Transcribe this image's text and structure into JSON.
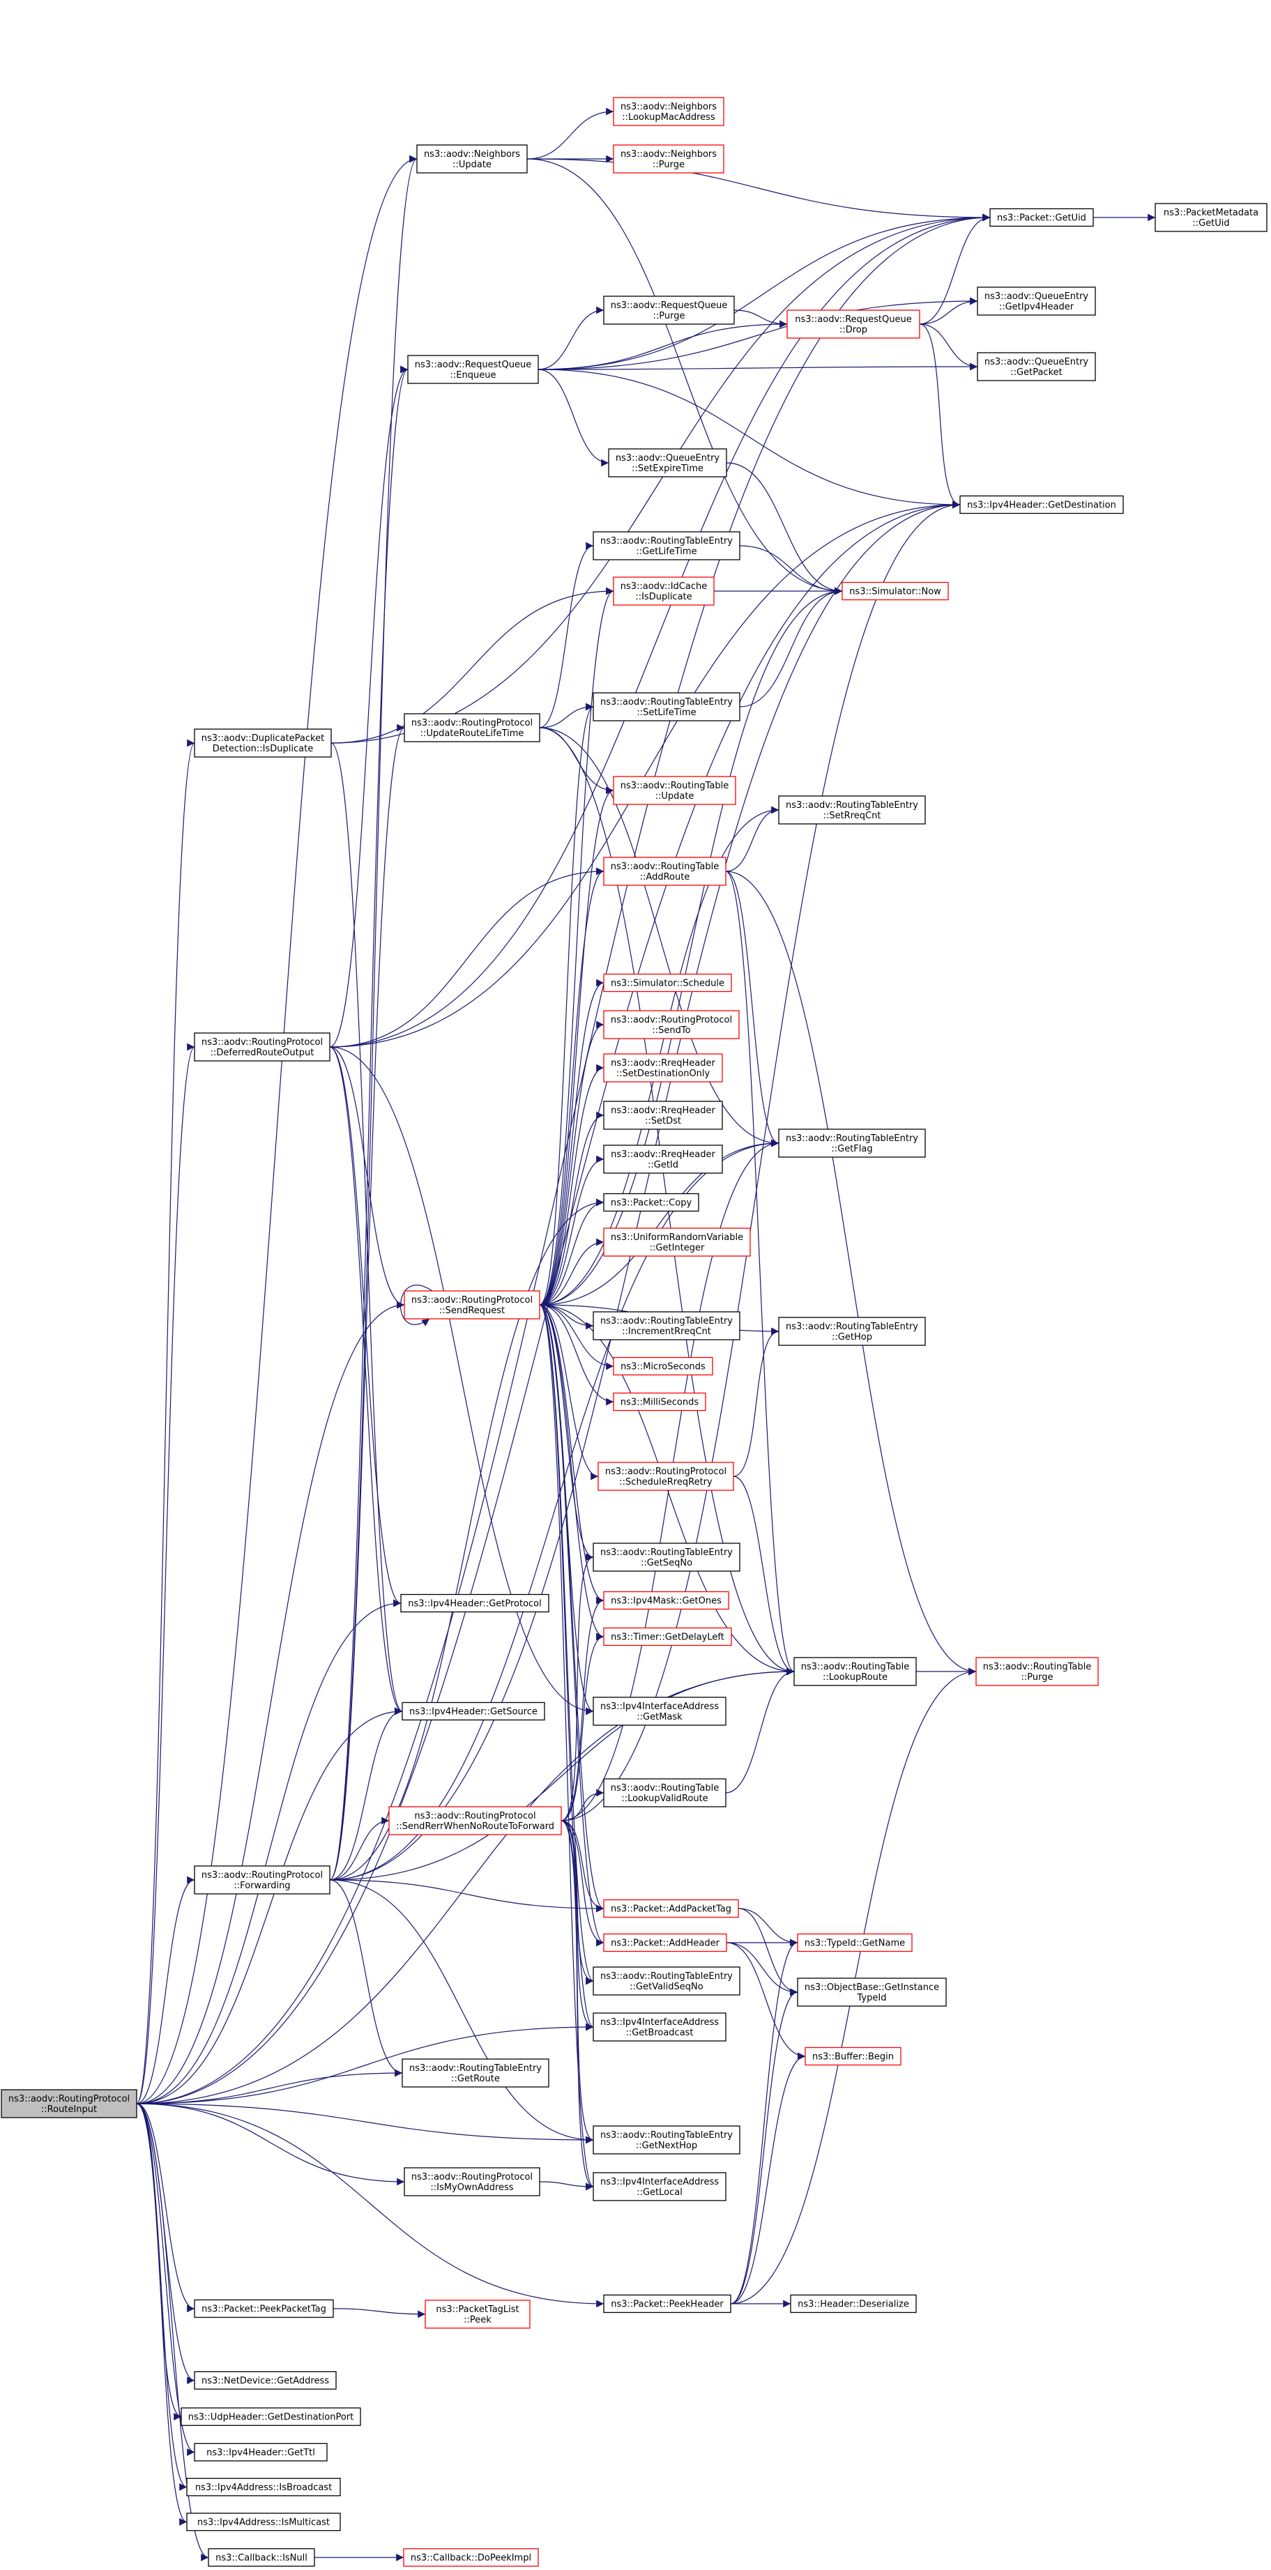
{
  "colors": {
    "edge": "#191970",
    "border_normal": "#000000",
    "border_truncated": "#ff0000",
    "root_fill": "#bfbfbf",
    "node_fill": "#ffffff"
  },
  "nodes": [
    {
      "id": "root",
      "lines": [
        "ns3::aodv::RoutingProtocol",
        "::RouteInput"
      ],
      "style": "root"
    },
    {
      "id": "getuid",
      "lines": [
        "ns3::Packet::GetUid"
      ],
      "style": "normal"
    },
    {
      "id": "pmgetuid",
      "lines": [
        "ns3::PacketMetadata",
        "::GetUid"
      ],
      "style": "normal"
    },
    {
      "id": "nbupdate",
      "lines": [
        "ns3::aodv::Neighbors",
        "::Update"
      ],
      "style": "normal"
    },
    {
      "id": "nblookup",
      "lines": [
        "ns3::aodv::Neighbors",
        "::LookupMacAddress"
      ],
      "style": "truncated"
    },
    {
      "id": "nbpurge",
      "lines": [
        "ns3::aodv::Neighbors",
        "::Purge"
      ],
      "style": "truncated"
    },
    {
      "id": "rqpurge",
      "lines": [
        "ns3::aodv::RequestQueue",
        "::Purge"
      ],
      "style": "normal"
    },
    {
      "id": "rqdrop",
      "lines": [
        "ns3::aodv::RequestQueue",
        "::Drop"
      ],
      "style": "truncated"
    },
    {
      "id": "qegetipv4",
      "lines": [
        "ns3::aodv::QueueEntry",
        "::GetIpv4Header"
      ],
      "style": "normal"
    },
    {
      "id": "qegetpacket",
      "lines": [
        "ns3::aodv::QueueEntry",
        "::GetPacket"
      ],
      "style": "normal"
    },
    {
      "id": "rqenqueue",
      "lines": [
        "ns3::aodv::RequestQueue",
        "::Enqueue"
      ],
      "style": "normal"
    },
    {
      "id": "qesetexpire",
      "lines": [
        "ns3::aodv::QueueEntry",
        "::SetExpireTime"
      ],
      "style": "normal"
    },
    {
      "id": "getdest",
      "lines": [
        "ns3::Ipv4Header::GetDestination"
      ],
      "style": "normal"
    },
    {
      "id": "rtegetlife",
      "lines": [
        "ns3::aodv::RoutingTableEntry",
        "::GetLifeTime"
      ],
      "style": "normal"
    },
    {
      "id": "idcache",
      "lines": [
        "ns3::aodv::IdCache",
        "::IsDuplicate"
      ],
      "style": "truncated"
    },
    {
      "id": "simnow",
      "lines": [
        "ns3::Simulator::Now"
      ],
      "style": "truncated"
    },
    {
      "id": "dupdetect",
      "lines": [
        "ns3::aodv::DuplicatePacket",
        "Detection::IsDuplicate"
      ],
      "style": "normal"
    },
    {
      "id": "updlife",
      "lines": [
        "ns3::aodv::RoutingProtocol",
        "::UpdateRouteLifeTime"
      ],
      "style": "normal"
    },
    {
      "id": "rtesetlife",
      "lines": [
        "ns3::aodv::RoutingTableEntry",
        "::SetLifeTime"
      ],
      "style": "normal"
    },
    {
      "id": "rtupdate",
      "lines": [
        "ns3::aodv::RoutingTable",
        "::Update"
      ],
      "style": "truncated"
    },
    {
      "id": "rtesetrreq",
      "lines": [
        "ns3::aodv::RoutingTableEntry",
        "::SetRreqCnt"
      ],
      "style": "normal"
    },
    {
      "id": "rtaddroute",
      "lines": [
        "ns3::aodv::RoutingTable",
        "::AddRoute"
      ],
      "style": "truncated"
    },
    {
      "id": "simsched",
      "lines": [
        "ns3::Simulator::Schedule"
      ],
      "style": "truncated"
    },
    {
      "id": "sendto",
      "lines": [
        "ns3::aodv::RoutingProtocol",
        "::SendTo"
      ],
      "style": "truncated"
    },
    {
      "id": "deferred",
      "lines": [
        "ns3::aodv::RoutingProtocol",
        "::DeferredRouteOutput"
      ],
      "style": "normal"
    },
    {
      "id": "rreqsetdo",
      "lines": [
        "ns3::aodv::RreqHeader",
        "::SetDestinationOnly"
      ],
      "style": "truncated"
    },
    {
      "id": "rreqsetdst",
      "lines": [
        "ns3::aodv::RreqHeader",
        "::SetDst"
      ],
      "style": "normal"
    },
    {
      "id": "rtegetflag",
      "lines": [
        "ns3::aodv::RoutingTableEntry",
        "::GetFlag"
      ],
      "style": "normal"
    },
    {
      "id": "rreqgetid",
      "lines": [
        "ns3::aodv::RreqHeader",
        "::GetId"
      ],
      "style": "normal"
    },
    {
      "id": "pktcopy",
      "lines": [
        "ns3::Packet::Copy"
      ],
      "style": "normal"
    },
    {
      "id": "urvgetint",
      "lines": [
        "ns3::UniformRandomVariable",
        "::GetInteger"
      ],
      "style": "truncated"
    },
    {
      "id": "sendreq",
      "lines": [
        "ns3::aodv::RoutingProtocol",
        "::SendRequest"
      ],
      "style": "truncated"
    },
    {
      "id": "rteincr",
      "lines": [
        "ns3::aodv::RoutingTableEntry",
        "::IncrementRreqCnt"
      ],
      "style": "normal"
    },
    {
      "id": "rtegethop",
      "lines": [
        "ns3::aodv::RoutingTableEntry",
        "::GetHop"
      ],
      "style": "normal"
    },
    {
      "id": "microsec",
      "lines": [
        "ns3::MicroSeconds"
      ],
      "style": "truncated"
    },
    {
      "id": "millisec",
      "lines": [
        "ns3::MilliSeconds"
      ],
      "style": "truncated"
    },
    {
      "id": "schedretry",
      "lines": [
        "ns3::aodv::RoutingProtocol",
        "::ScheduleRreqRetry"
      ],
      "style": "truncated"
    },
    {
      "id": "rtegetseq",
      "lines": [
        "ns3::aodv::RoutingTableEntry",
        "::GetSeqNo"
      ],
      "style": "normal"
    },
    {
      "id": "getproto",
      "lines": [
        "ns3::Ipv4Header::GetProtocol"
      ],
      "style": "normal"
    },
    {
      "id": "maskgetones",
      "lines": [
        "ns3::Ipv4Mask::GetOnes"
      ],
      "style": "truncated"
    },
    {
      "id": "timerdelay",
      "lines": [
        "ns3::Timer::GetDelayLeft"
      ],
      "style": "truncated"
    },
    {
      "id": "rtlookup",
      "lines": [
        "ns3::aodv::RoutingTable",
        "::LookupRoute"
      ],
      "style": "normal"
    },
    {
      "id": "rtpurge",
      "lines": [
        "ns3::aodv::RoutingTable",
        "::Purge"
      ],
      "style": "truncated"
    },
    {
      "id": "getsource",
      "lines": [
        "ns3::Ipv4Header::GetSource"
      ],
      "style": "normal"
    },
    {
      "id": "ifgetmask",
      "lines": [
        "ns3::Ipv4InterfaceAddress",
        "::GetMask"
      ],
      "style": "normal"
    },
    {
      "id": "rtlookupvalid",
      "lines": [
        "ns3::aodv::RoutingTable",
        "::LookupValidRoute"
      ],
      "style": "normal"
    },
    {
      "id": "sendrerr",
      "lines": [
        "ns3::aodv::RoutingProtocol",
        "::SendRerrWhenNoRouteToForward"
      ],
      "style": "truncated"
    },
    {
      "id": "forwarding",
      "lines": [
        "ns3::aodv::RoutingProtocol",
        "::Forwarding"
      ],
      "style": "normal"
    },
    {
      "id": "addpkttag",
      "lines": [
        "ns3::Packet::AddPacketTag"
      ],
      "style": "truncated"
    },
    {
      "id": "addheader",
      "lines": [
        "ns3::Packet::AddHeader"
      ],
      "style": "truncated"
    },
    {
      "id": "typeidname",
      "lines": [
        "ns3::TypeId::GetName"
      ],
      "style": "truncated"
    },
    {
      "id": "rtegetvalidseq",
      "lines": [
        "ns3::aodv::RoutingTableEntry",
        "::GetValidSeqNo"
      ],
      "style": "normal"
    },
    {
      "id": "objgettid",
      "lines": [
        "ns3::ObjectBase::GetInstance",
        "TypeId"
      ],
      "style": "normal"
    },
    {
      "id": "ifgetbcast",
      "lines": [
        "ns3::Ipv4InterfaceAddress",
        "::GetBroadcast"
      ],
      "style": "normal"
    },
    {
      "id": "bufbegin",
      "lines": [
        "ns3::Buffer::Begin"
      ],
      "style": "truncated"
    },
    {
      "id": "rtegetroute",
      "lines": [
        "ns3::aodv::RoutingTableEntry",
        "::GetRoute"
      ],
      "style": "normal"
    },
    {
      "id": "rtegetnexthop",
      "lines": [
        "ns3::aodv::RoutingTableEntry",
        "::GetNextHop"
      ],
      "style": "normal"
    },
    {
      "id": "ismyown",
      "lines": [
        "ns3::aodv::RoutingProtocol",
        "::IsMyOwnAddress"
      ],
      "style": "normal"
    },
    {
      "id": "ifgetlocal",
      "lines": [
        "ns3::Ipv4InterfaceAddress",
        "::GetLocal"
      ],
      "style": "normal"
    },
    {
      "id": "peekpkttag",
      "lines": [
        "ns3::Packet::PeekPacketTag"
      ],
      "style": "normal"
    },
    {
      "id": "ptlpeek",
      "lines": [
        "ns3::PacketTagList",
        "::Peek"
      ],
      "style": "truncated"
    },
    {
      "id": "peekheader",
      "lines": [
        "ns3::Packet::PeekHeader"
      ],
      "style": "normal"
    },
    {
      "id": "hdrdeser",
      "lines": [
        "ns3::Header::Deserialize"
      ],
      "style": "normal"
    },
    {
      "id": "ndgetaddr",
      "lines": [
        "ns3::NetDevice::GetAddress"
      ],
      "style": "normal"
    },
    {
      "id": "udpgetport",
      "lines": [
        "ns3::UdpHeader::GetDestinationPort"
      ],
      "style": "normal"
    },
    {
      "id": "getttl",
      "lines": [
        "ns3::Ipv4Header::GetTtl"
      ],
      "style": "normal"
    },
    {
      "id": "isbcast",
      "lines": [
        "ns3::Ipv4Address::IsBroadcast"
      ],
      "style": "normal"
    },
    {
      "id": "ismcast",
      "lines": [
        "ns3::Ipv4Address::IsMulticast"
      ],
      "style": "normal"
    },
    {
      "id": "cbisnull",
      "lines": [
        "ns3::Callback::IsNull"
      ],
      "style": "normal"
    },
    {
      "id": "cbdopeek",
      "lines": [
        "ns3::Callback::DoPeekImpl"
      ],
      "style": "truncated"
    }
  ],
  "edges": [
    [
      "root",
      "getuid"
    ],
    [
      "root",
      "nbupdate"
    ],
    [
      "root",
      "dupdetect"
    ],
    [
      "root",
      "deferred"
    ],
    [
      "root",
      "sendreq"
    ],
    [
      "root",
      "getproto"
    ],
    [
      "root",
      "getsource"
    ],
    [
      "root",
      "forwarding"
    ],
    [
      "root",
      "rtegetroute"
    ],
    [
      "root",
      "ifgetbcast"
    ],
    [
      "root",
      "rtegetnexthop"
    ],
    [
      "root",
      "ismyown"
    ],
    [
      "root",
      "peekpkttag"
    ],
    [
      "root",
      "peekheader"
    ],
    [
      "root",
      "ndgetaddr"
    ],
    [
      "root",
      "udpgetport"
    ],
    [
      "root",
      "getttl"
    ],
    [
      "root",
      "isbcast"
    ],
    [
      "root",
      "ismcast"
    ],
    [
      "root",
      "cbisnull"
    ],
    [
      "root",
      "getdest"
    ],
    [
      "root",
      "rtlookup"
    ],
    [
      "getuid",
      "pmgetuid"
    ],
    [
      "nbupdate",
      "nblookup"
    ],
    [
      "nbupdate",
      "nbpurge"
    ],
    [
      "nbupdate",
      "getuid"
    ],
    [
      "nbupdate",
      "simnow"
    ],
    [
      "rqpurge",
      "rqdrop"
    ],
    [
      "rqdrop",
      "getuid"
    ],
    [
      "rqdrop",
      "qegetipv4"
    ],
    [
      "rqdrop",
      "qegetpacket"
    ],
    [
      "rqdrop",
      "getdest"
    ],
    [
      "rqenqueue",
      "getuid"
    ],
    [
      "rqenqueue",
      "qegetipv4"
    ],
    [
      "rqenqueue",
      "rqpurge"
    ],
    [
      "rqenqueue",
      "rqdrop"
    ],
    [
      "rqenqueue",
      "qegetpacket"
    ],
    [
      "rqenqueue",
      "qesetexpire"
    ],
    [
      "rqenqueue",
      "getdest"
    ],
    [
      "qesetexpire",
      "simnow"
    ],
    [
      "rtegetlife",
      "simnow"
    ],
    [
      "idcache",
      "simnow"
    ],
    [
      "rtesetlife",
      "simnow"
    ],
    [
      "dupdetect",
      "idcache"
    ],
    [
      "dupdetect",
      "getuid"
    ],
    [
      "dupdetect",
      "getsource"
    ],
    [
      "updlife",
      "rtegetlife"
    ],
    [
      "updlife",
      "rtesetlife"
    ],
    [
      "updlife",
      "rtupdate"
    ],
    [
      "updlife",
      "rtegetflag"
    ],
    [
      "updlife",
      "rtlookup"
    ],
    [
      "rtaddroute",
      "rtesetrreq"
    ],
    [
      "rtaddroute",
      "rtegetflag"
    ],
    [
      "rtaddroute",
      "rtlookup"
    ],
    [
      "rtaddroute",
      "rtpurge"
    ],
    [
      "deferred",
      "rqenqueue"
    ],
    [
      "deferred",
      "getuid"
    ],
    [
      "deferred",
      "getdest"
    ],
    [
      "deferred",
      "rtaddroute"
    ],
    [
      "deferred",
      "sendreq"
    ],
    [
      "deferred",
      "getsource"
    ],
    [
      "deferred",
      "getproto"
    ],
    [
      "deferred",
      "ifgetmask"
    ],
    [
      "sendreq",
      "sendreq"
    ],
    [
      "sendreq",
      "simsched"
    ],
    [
      "sendreq",
      "sendto"
    ],
    [
      "sendreq",
      "rreqsetdo"
    ],
    [
      "sendreq",
      "rreqsetdst"
    ],
    [
      "sendreq",
      "rreqgetid"
    ],
    [
      "sendreq",
      "pktcopy"
    ],
    [
      "sendreq",
      "urvgetint"
    ],
    [
      "sendreq",
      "rteincr"
    ],
    [
      "sendreq",
      "microsec"
    ],
    [
      "sendreq",
      "millisec"
    ],
    [
      "sendreq",
      "schedretry"
    ],
    [
      "sendreq",
      "rtegetseq"
    ],
    [
      "sendreq",
      "maskgetones"
    ],
    [
      "sendreq",
      "timerdelay"
    ],
    [
      "sendreq",
      "rtlookup"
    ],
    [
      "sendreq",
      "ifgetmask"
    ],
    [
      "sendreq",
      "rtaddroute"
    ],
    [
      "sendreq",
      "rtesetlife"
    ],
    [
      "sendreq",
      "rtupdate"
    ],
    [
      "sendreq",
      "idcache"
    ],
    [
      "sendreq",
      "rtegetflag"
    ],
    [
      "sendreq",
      "rtesetrreq"
    ],
    [
      "sendreq",
      "simnow"
    ],
    [
      "sendreq",
      "addpkttag"
    ],
    [
      "sendreq",
      "addheader"
    ],
    [
      "sendreq",
      "rtegetvalidseq"
    ],
    [
      "sendreq",
      "ifgetbcast"
    ],
    [
      "sendreq",
      "ifgetlocal"
    ],
    [
      "sendreq",
      "rtegethop"
    ],
    [
      "schedretry",
      "rtegethop"
    ],
    [
      "schedretry",
      "rtlookup"
    ],
    [
      "rtlookup",
      "rtpurge"
    ],
    [
      "rtlookupvalid",
      "rtlookup"
    ],
    [
      "sendrerr",
      "rtlookupvalid"
    ],
    [
      "sendrerr",
      "rtegetflag"
    ],
    [
      "sendrerr",
      "rtegetseq"
    ],
    [
      "sendrerr",
      "addpkttag"
    ],
    [
      "sendrerr",
      "addheader"
    ],
    [
      "sendrerr",
      "getdest"
    ],
    [
      "sendrerr",
      "rtegetvalidseq"
    ],
    [
      "sendrerr",
      "ifgetbcast"
    ],
    [
      "sendrerr",
      "ifgetlocal"
    ],
    [
      "sendrerr",
      "rtegetnexthop"
    ],
    [
      "sendrerr",
      "timerdelay"
    ],
    [
      "sendrerr",
      "maskgetones"
    ],
    [
      "forwarding",
      "nbupdate"
    ],
    [
      "forwarding",
      "rqenqueue"
    ],
    [
      "forwarding",
      "updlife"
    ],
    [
      "forwarding",
      "sendrerr"
    ],
    [
      "forwarding",
      "getsource"
    ],
    [
      "forwarding",
      "getdest"
    ],
    [
      "forwarding",
      "rtlookup"
    ],
    [
      "forwarding",
      "rtegetroute"
    ],
    [
      "forwarding",
      "rtegetnexthop"
    ],
    [
      "forwarding",
      "addpkttag"
    ],
    [
      "forwarding",
      "rtegetflag"
    ],
    [
      "forwarding",
      "pktcopy"
    ],
    [
      "addpkttag",
      "typeidname"
    ],
    [
      "addpkttag",
      "objgettid"
    ],
    [
      "addheader",
      "typeidname"
    ],
    [
      "addheader",
      "objgettid"
    ],
    [
      "addheader",
      "bufbegin"
    ],
    [
      "ismyown",
      "ifgetlocal"
    ],
    [
      "peekpkttag",
      "ptlpeek"
    ],
    [
      "peekheader",
      "hdrdeser"
    ],
    [
      "peekheader",
      "bufbegin"
    ],
    [
      "peekheader",
      "objgettid"
    ],
    [
      "peekheader",
      "typeidname"
    ],
    [
      "peekheader",
      "rtpurge"
    ],
    [
      "cbisnull",
      "cbdopeek"
    ]
  ]
}
